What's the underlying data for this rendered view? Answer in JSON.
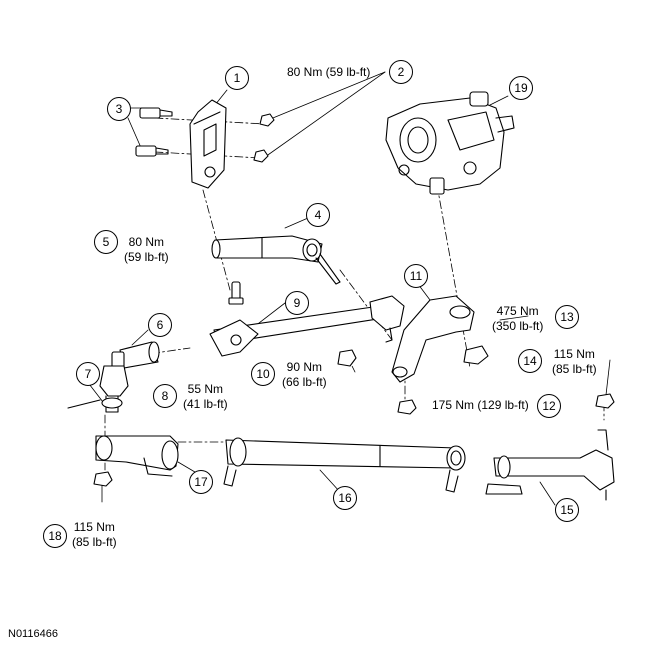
{
  "figure_id": "N0116466",
  "callouts": [
    "1",
    "2",
    "3",
    "4",
    "5",
    "6",
    "7",
    "8",
    "9",
    "10",
    "11",
    "12",
    "13",
    "14",
    "15",
    "16",
    "17",
    "18",
    "19"
  ],
  "torques": {
    "t2": "80 Nm (59 lb-ft)",
    "t5": [
      "80 Nm",
      "(59 lb-ft)"
    ],
    "t8": [
      "55 Nm",
      "(41 lb-ft)"
    ],
    "t10": [
      "90 Nm",
      "(66 lb-ft)"
    ],
    "t12": "175 Nm (129 lb-ft)",
    "t13": [
      "475 Nm",
      "(350 lb-ft)"
    ],
    "t14": [
      "115 Nm",
      "(85 lb-ft)"
    ],
    "t18": [
      "115 Nm",
      "(85 lb-ft)"
    ]
  },
  "colors": {
    "line": "#000000",
    "fill": "#ffffff",
    "shade": "#d9d9d9"
  }
}
